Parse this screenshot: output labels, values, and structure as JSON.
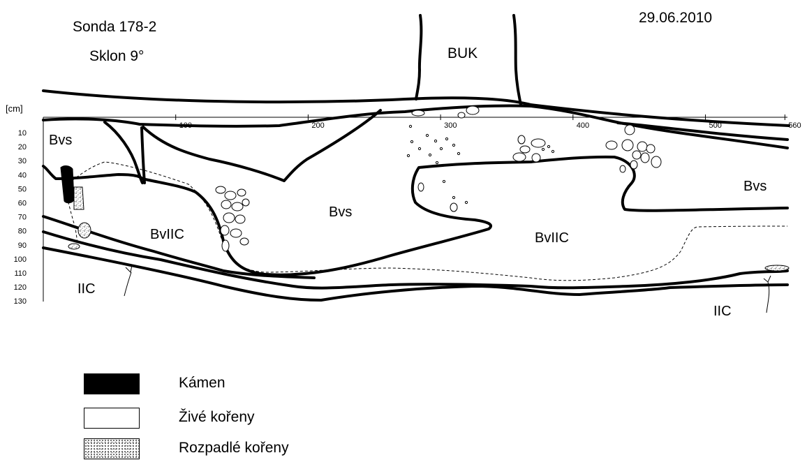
{
  "header": {
    "probe": "Sonda 178-2",
    "slope": "Sklon 9°",
    "date": "29.06.2010",
    "tree": "BUK"
  },
  "axes": {
    "depth_unit": "[cm]",
    "x_ticks": [
      "100",
      "200",
      "300",
      "400",
      "500",
      "560"
    ],
    "y_ticks": [
      "10",
      "20",
      "30",
      "40",
      "50",
      "60",
      "70",
      "80",
      "90",
      "100",
      "110",
      "120",
      "130"
    ]
  },
  "horizons": {
    "bvs_left": "Bvs",
    "bvs_center": "Bvs",
    "bvs_right": "Bvs",
    "bviic_left": "BvIIC",
    "bviic_right": "BvIIC",
    "iic_left": "IIC",
    "iic_right": "IIC"
  },
  "legend": [
    {
      "label": "Kámen",
      "swatch": "stone"
    },
    {
      "label": "Živé kořeny",
      "swatch": "live-roots"
    },
    {
      "label": "Rozpadlé kořeny",
      "swatch": "decayed-roots"
    }
  ]
}
